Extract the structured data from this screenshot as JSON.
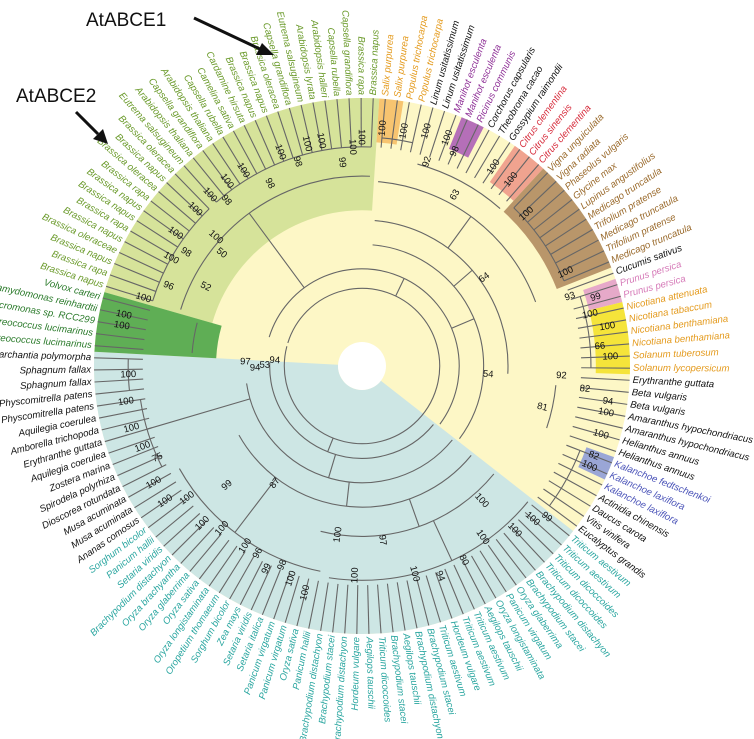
{
  "callouts": [
    {
      "label": "AtABCE1"
    },
    {
      "label": "AtABCE2"
    }
  ],
  "colors": {
    "background_yellow": "#fdf7c6",
    "brassicaceae_green": "#d6e39a",
    "chlorophyte_green": "#5fae55",
    "monocot_teal": "#cde6e4",
    "salix_orange": "#f7c470",
    "manihot_purple": "#b56fb8",
    "citrus_salmon": "#f0a38f",
    "fabaceae_brown": "#b9966a",
    "prunus_pink": "#e6a9c9",
    "solanum_yellow": "#f5e43a",
    "kalanchoe_blue": "#9aa6d6",
    "text_green": "#6a9a2a",
    "text_orange": "#e49a1c",
    "text_purple": "#8e2f96",
    "text_red": "#d62a3a",
    "text_brown": "#9a6a2c",
    "text_pink": "#d67ab8",
    "text_blue": "#4a53b8",
    "text_teal": "#2aa6a0",
    "text_darkgreen": "#2a7a2a",
    "text_black": "#111111"
  },
  "tree": {
    "leaves": [
      {
        "name": "Brassica napus",
        "color": "text_green"
      },
      {
        "name": "Brassica rapa",
        "color": "text_green"
      },
      {
        "name": "Brassica napus",
        "color": "text_green"
      },
      {
        "name": "Brassica oleraceae",
        "color": "text_green"
      },
      {
        "name": "Brassica napus",
        "color": "text_green"
      },
      {
        "name": "Brassica rapa",
        "color": "text_green"
      },
      {
        "name": "Brassica napus",
        "color": "text_green"
      },
      {
        "name": "Brassica napus",
        "color": "text_green"
      },
      {
        "name": "Brassica rapa",
        "color": "text_green"
      },
      {
        "name": "Brassica oleracea",
        "color": "text_green"
      },
      {
        "name": "Brassica napus",
        "color": "text_green"
      },
      {
        "name": "Brassica oleracea",
        "color": "text_green"
      },
      {
        "name": "Eutrema salsugineum",
        "color": "text_green"
      },
      {
        "name": "Arabidopsis thaliana",
        "color": "text_green"
      },
      {
        "name": "Capsella grandiflora",
        "color": "text_green"
      },
      {
        "name": "Arabidopsis thaliana",
        "color": "text_green"
      },
      {
        "name": "Capsella rubella",
        "color": "text_green"
      },
      {
        "name": "Camelina sativa",
        "color": "text_green"
      },
      {
        "name": "Cardamine hirsuta",
        "color": "text_green"
      },
      {
        "name": "Brassica napus",
        "color": "text_green"
      },
      {
        "name": "Brassica napus",
        "color": "text_green"
      },
      {
        "name": "Brassica oleracea",
        "color": "text_green"
      },
      {
        "name": "Capsella grandiflora",
        "color": "text_green"
      },
      {
        "name": "Eutrema salsugineum",
        "color": "text_green"
      },
      {
        "name": "Arabidopsis lyrata",
        "color": "text_green"
      },
      {
        "name": "Arabidopsis halleri",
        "color": "text_green"
      },
      {
        "name": "Capsella rubella",
        "color": "text_green"
      },
      {
        "name": "Capsella grandiflora",
        "color": "text_green"
      },
      {
        "name": "Brassica rapa",
        "color": "text_green"
      },
      {
        "name": "Brassica napus",
        "color": "text_green"
      },
      {
        "name": "Salix purpurea",
        "color": "text_orange"
      },
      {
        "name": "Salix purpurea",
        "color": "text_orange"
      },
      {
        "name": "Populus trichocarpa",
        "color": "text_orange"
      },
      {
        "name": "Populus trichocarpa",
        "color": "text_orange"
      },
      {
        "name": "Linum usitatissimum",
        "color": "text_black"
      },
      {
        "name": "Linum usitatissimum",
        "color": "text_black"
      },
      {
        "name": "Manihot esculenta",
        "color": "text_purple"
      },
      {
        "name": "Manihot esculenta",
        "color": "text_purple"
      },
      {
        "name": "Ricinus communis",
        "color": "text_purple"
      },
      {
        "name": "Corchorus capsularis",
        "color": "text_black"
      },
      {
        "name": "Theobroma cacao",
        "color": "text_black"
      },
      {
        "name": "Gossypium raimondii",
        "color": "text_black"
      },
      {
        "name": "Citrus clementina",
        "color": "text_red"
      },
      {
        "name": "Citrus sinensis",
        "color": "text_red"
      },
      {
        "name": "Citrus clementina",
        "color": "text_red"
      },
      {
        "name": "Vigna unguiculata",
        "color": "text_brown"
      },
      {
        "name": "Vigna radiata",
        "color": "text_brown"
      },
      {
        "name": "Phaseolus vulgaris",
        "color": "text_brown"
      },
      {
        "name": "Glycine max",
        "color": "text_brown"
      },
      {
        "name": "Lupinus angustifolius",
        "color": "text_brown"
      },
      {
        "name": "Medicago truncatula",
        "color": "text_brown"
      },
      {
        "name": "Trifolium pratense",
        "color": "text_brown"
      },
      {
        "name": "Medicago truncatula",
        "color": "text_brown"
      },
      {
        "name": "Trifolium pratense",
        "color": "text_brown"
      },
      {
        "name": "Medicago truncatula",
        "color": "text_brown"
      },
      {
        "name": "Cucumis sativus",
        "color": "text_black"
      },
      {
        "name": "Prunus persica",
        "color": "text_pink"
      },
      {
        "name": "Prunus persica",
        "color": "text_pink"
      },
      {
        "name": "Nicotiana attenuata",
        "color": "text_orange"
      },
      {
        "name": "Nicotiana tabaccum",
        "color": "text_orange"
      },
      {
        "name": "Nicotiana benthamiana",
        "color": "text_orange"
      },
      {
        "name": "Nicotiana benthamiana",
        "color": "text_orange"
      },
      {
        "name": "Solanum tuberosum",
        "color": "text_orange"
      },
      {
        "name": "Solanum lycopersicum",
        "color": "text_orange"
      },
      {
        "name": "Erythranthe guttata",
        "color": "text_black"
      },
      {
        "name": "Beta vulgaris",
        "color": "text_black"
      },
      {
        "name": "Beta vulgaris",
        "color": "text_black"
      },
      {
        "name": "Amaranthus hypochondriacus",
        "color": "text_black"
      },
      {
        "name": "Amaranthus hypochondriacus",
        "color": "text_black"
      },
      {
        "name": "Helianthus annuus",
        "color": "text_black"
      },
      {
        "name": "Helianthus annuus",
        "color": "text_black"
      },
      {
        "name": "Kalanchoe fedtschenkoi",
        "color": "text_blue"
      },
      {
        "name": "Kalanchoe laxiflora",
        "color": "text_blue"
      },
      {
        "name": "Kalanchoe laxiflora",
        "color": "text_blue"
      },
      {
        "name": "Actinidia chinensis",
        "color": "text_black"
      },
      {
        "name": "Daucus carota",
        "color": "text_black"
      },
      {
        "name": "Vitis vinifera",
        "color": "text_black"
      },
      {
        "name": "Eucalyptus grandis",
        "color": "text_black"
      },
      {
        "name": "Triticum aestivum",
        "color": "text_teal"
      },
      {
        "name": "Triticum aestivum",
        "color": "text_teal"
      },
      {
        "name": "Triticum dicoccoides",
        "color": "text_teal"
      },
      {
        "name": "Triticum dicoccoides",
        "color": "text_teal"
      },
      {
        "name": "Brachypodium distachyon",
        "color": "text_teal"
      },
      {
        "name": "Brachypodium stacei",
        "color": "text_teal"
      },
      {
        "name": "Oryza glaberrima",
        "color": "text_teal"
      },
      {
        "name": "Panicum virgatum",
        "color": "text_teal"
      },
      {
        "name": "Oryza longistaminata",
        "color": "text_teal"
      },
      {
        "name": "Aegilops tauschii",
        "color": "text_teal"
      },
      {
        "name": "Triticum aestivum",
        "color": "text_teal"
      },
      {
        "name": "Triticum aestivum",
        "color": "text_teal"
      },
      {
        "name": "Hordeum vulgare",
        "color": "text_teal"
      },
      {
        "name": "Triticum aestivum",
        "color": "text_teal"
      },
      {
        "name": "Brachypodium stacei",
        "color": "text_teal"
      },
      {
        "name": "Brachypodium distachyon",
        "color": "text_teal"
      },
      {
        "name": "Aegilops tauschii",
        "color": "text_teal"
      },
      {
        "name": "Brachypodium stacei",
        "color": "text_teal"
      },
      {
        "name": "Triticum dicoccoides",
        "color": "text_teal"
      },
      {
        "name": "Aegilops tauschii",
        "color": "text_teal"
      },
      {
        "name": "Hordeum vulgare",
        "color": "text_teal"
      },
      {
        "name": "Brachypodium distachyon",
        "color": "text_teal"
      },
      {
        "name": "Brachypodium stacei",
        "color": "text_teal"
      },
      {
        "name": "Brachypodium distachyon",
        "color": "text_teal"
      },
      {
        "name": "Panicum hallii",
        "color": "text_teal"
      },
      {
        "name": "Oryza sativa",
        "color": "text_teal"
      },
      {
        "name": "Panicum virgatum",
        "color": "text_teal"
      },
      {
        "name": "Panicum virgatum",
        "color": "text_teal"
      },
      {
        "name": "Setaria italica",
        "color": "text_teal"
      },
      {
        "name": "Setaria viridis",
        "color": "text_teal"
      },
      {
        "name": "Zea mays",
        "color": "text_teal"
      },
      {
        "name": "Sorghum bicolor",
        "color": "text_teal"
      },
      {
        "name": "Oropetium thomaeum",
        "color": "text_teal"
      },
      {
        "name": "Oryza longistaminata",
        "color": "text_teal"
      },
      {
        "name": "Oryza sativa",
        "color": "text_teal"
      },
      {
        "name": "Oryza glaberrima",
        "color": "text_teal"
      },
      {
        "name": "Oryza brachyantha",
        "color": "text_teal"
      },
      {
        "name": "Brachypodium distachyon",
        "color": "text_teal"
      },
      {
        "name": "Setaria viridis",
        "color": "text_teal"
      },
      {
        "name": "Panicum hallii",
        "color": "text_teal"
      },
      {
        "name": "Sorghum bicolor",
        "color": "text_teal"
      },
      {
        "name": "Ananas comosus",
        "color": "text_black"
      },
      {
        "name": "Musa acuminata",
        "color": "text_black"
      },
      {
        "name": "Musa acuminata",
        "color": "text_black"
      },
      {
        "name": "Dioscorea rotundata",
        "color": "text_black"
      },
      {
        "name": "Spirodela polyrhiza",
        "color": "text_black"
      },
      {
        "name": "Zostera marina",
        "color": "text_black"
      },
      {
        "name": "Aquilegia coerulea",
        "color": "text_black"
      },
      {
        "name": "Erythranthe guttata",
        "color": "text_black"
      },
      {
        "name": "Amborella trichopoda",
        "color": "text_black"
      },
      {
        "name": "Aquilegia coerulea",
        "color": "text_black"
      },
      {
        "name": "Physcomitrella patens",
        "color": "text_black"
      },
      {
        "name": "Physcomitrella patens",
        "color": "text_black"
      },
      {
        "name": "Sphagnum fallax",
        "color": "text_black"
      },
      {
        "name": "Sphagnum fallax",
        "color": "text_black"
      },
      {
        "name": "Marchantia polymorpha",
        "color": "text_black"
      },
      {
        "name": "Ostreococcus lucimarinus",
        "color": "text_darkgreen"
      },
      {
        "name": "Ostreococcus lucimarinus",
        "color": "text_darkgreen"
      },
      {
        "name": "Micromonas sp. RCC299",
        "color": "text_darkgreen"
      },
      {
        "name": "Chlamydomonas reinhardtii",
        "color": "text_darkgreen"
      },
      {
        "name": "Volvox carteri",
        "color": "text_darkgreen"
      }
    ],
    "bootstraps": [
      {
        "v": "100",
        "leaf": 0.5,
        "r": 0.84
      },
      {
        "v": "96",
        "leaf": 2.5,
        "r": 0.76
      },
      {
        "v": "52",
        "leaf": 4.2,
        "r": 0.62
      },
      {
        "v": "100",
        "leaf": 5.2,
        "r": 0.8
      },
      {
        "v": "98",
        "leaf": 6.5,
        "r": 0.76
      },
      {
        "v": "100",
        "leaf": 7.5,
        "r": 0.84
      },
      {
        "v": "50",
        "leaf": 8.8,
        "r": 0.64
      },
      {
        "v": "100",
        "leaf": 9.8,
        "r": 0.7
      },
      {
        "v": "100",
        "leaf": 10.5,
        "r": 0.84
      },
      {
        "v": "100",
        "leaf": 12.5,
        "r": 0.84
      },
      {
        "v": "98",
        "leaf": 13.4,
        "r": 0.78
      },
      {
        "v": "100",
        "leaf": 14.6,
        "r": 0.84
      },
      {
        "v": "100",
        "leaf": 16.5,
        "r": 0.84
      },
      {
        "v": "98",
        "leaf": 18.2,
        "r": 0.74
      },
      {
        "v": "100",
        "leaf": 20.5,
        "r": 0.84
      },
      {
        "v": "98",
        "leaf": 21.8,
        "r": 0.78
      },
      {
        "v": "100",
        "leaf": 23.2,
        "r": 0.84
      },
      {
        "v": "100",
        "leaf": 24.6,
        "r": 0.84
      },
      {
        "v": "99",
        "leaf": 26.4,
        "r": 0.74
      },
      {
        "v": "100",
        "leaf": 27.6,
        "r": 0.8
      },
      {
        "v": "100",
        "leaf": 28.5,
        "r": 0.84
      },
      {
        "v": "100",
        "leaf": 30.5,
        "r": 0.88
      },
      {
        "v": "100",
        "leaf": 32.5,
        "r": 0.88
      },
      {
        "v": "100",
        "leaf": 34.5,
        "r": 0.9
      },
      {
        "v": "92",
        "leaf": 35.4,
        "r": 0.78
      },
      {
        "v": "100",
        "leaf": 36.5,
        "r": 0.9
      },
      {
        "v": "98",
        "leaf": 37.6,
        "r": 0.86
      },
      {
        "v": "63",
        "leaf": 39.6,
        "r": 0.7
      },
      {
        "v": "100",
        "leaf": 41.5,
        "r": 0.88
      },
      {
        "v": "100",
        "leaf": 43.5,
        "r": 0.88
      },
      {
        "v": "100",
        "leaf": 46.8,
        "r": 0.82
      },
      {
        "v": "64",
        "leaf": 49.5,
        "r": 0.52
      },
      {
        "v": "100",
        "leaf": 53.8,
        "r": 0.82
      },
      {
        "v": "93",
        "leaf": 56.2,
        "r": 0.8
      },
      {
        "v": "99",
        "leaf": 57.0,
        "r": 0.9
      },
      {
        "v": "100",
        "leaf": 58.4,
        "r": 0.86
      },
      {
        "v": "100",
        "leaf": 59.8,
        "r": 0.92
      },
      {
        "v": "66",
        "leaf": 61.5,
        "r": 0.88
      },
      {
        "v": "100",
        "leaf": 62.5,
        "r": 0.92
      },
      {
        "v": "92",
        "leaf": 64.4,
        "r": 0.72
      },
      {
        "v": "54",
        "leaf": 64.8,
        "r": 0.42
      },
      {
        "v": "82",
        "leaf": 65.6,
        "r": 0.82
      },
      {
        "v": "94",
        "leaf": 66.5,
        "r": 0.92
      },
      {
        "v": "100",
        "leaf": 67.5,
        "r": 0.92
      },
      {
        "v": "81",
        "leaf": 68.3,
        "r": 0.66
      },
      {
        "v": "100",
        "leaf": 69.5,
        "r": 0.92
      },
      {
        "v": "82",
        "leaf": 71.5,
        "r": 0.92
      },
      {
        "v": "100",
        "leaf": 72.5,
        "r": 0.92
      },
      {
        "v": "99",
        "leaf": 78.5,
        "r": 0.88
      },
      {
        "v": "100",
        "leaf": 79.5,
        "r": 0.84
      },
      {
        "v": "100",
        "leaf": 81.5,
        "r": 0.82
      },
      {
        "v": "100",
        "leaf": 82.0,
        "r": 0.64
      },
      {
        "v": "100",
        "leaf": 84.5,
        "r": 0.76
      },
      {
        "v": "80",
        "leaf": 87.4,
        "r": 0.8
      },
      {
        "v": "94",
        "leaf": 90.2,
        "r": 0.82
      },
      {
        "v": "100",
        "leaf": 92.6,
        "r": 0.78
      },
      {
        "v": "97",
        "leaf": 95.5,
        "r": 0.62
      },
      {
        "v": "100",
        "leaf": 98.8,
        "r": 0.76
      },
      {
        "v": "100",
        "leaf": 101.2,
        "r": 0.6
      },
      {
        "v": "100",
        "leaf": 103.5,
        "r": 0.86
      },
      {
        "v": "100",
        "leaf": 105.2,
        "r": 0.82
      },
      {
        "v": "98",
        "leaf": 106.5,
        "r": 0.78
      },
      {
        "v": "99",
        "leaf": 107.8,
        "r": 0.82
      },
      {
        "v": "96",
        "leaf": 109.3,
        "r": 0.78
      },
      {
        "v": "100",
        "leaf": 110.8,
        "r": 0.78
      },
      {
        "v": "87",
        "leaf": 112.2,
        "r": 0.5
      },
      {
        "v": "100",
        "leaf": 113.8,
        "r": 0.78
      },
      {
        "v": "100",
        "leaf": 115.6,
        "r": 0.82
      },
      {
        "v": "100",
        "leaf": 119.5,
        "r": 0.88
      },
      {
        "v": "99",
        "leaf": 116.8,
        "r": 0.64
      },
      {
        "v": "100",
        "leaf": 118.5,
        "r": 0.8
      },
      {
        "v": "100",
        "leaf": 121.5,
        "r": 0.88
      },
      {
        "v": "75",
        "leaf": 123.5,
        "r": 0.82
      },
      {
        "v": "100",
        "leaf": 125.0,
        "r": 0.86
      },
      {
        "v": "100",
        "leaf": 127.0,
        "r": 0.88
      },
      {
        "v": "100",
        "leaf": 129.5,
        "r": 0.88
      },
      {
        "v": "100",
        "leaf": 132.0,
        "r": 0.86
      },
      {
        "v": "97",
        "leaf": 133.6,
        "r": 0.38
      },
      {
        "v": "94",
        "leaf": 132.4,
        "r": 0.34
      },
      {
        "v": "53",
        "leaf": 133.0,
        "r": 0.3
      },
      {
        "v": "94",
        "leaf": 134.2,
        "r": 0.26
      },
      {
        "v": "100",
        "leaf": 136.5,
        "r": 0.9
      },
      {
        "v": "100",
        "leaf": 137.5,
        "r": 0.9
      }
    ]
  }
}
